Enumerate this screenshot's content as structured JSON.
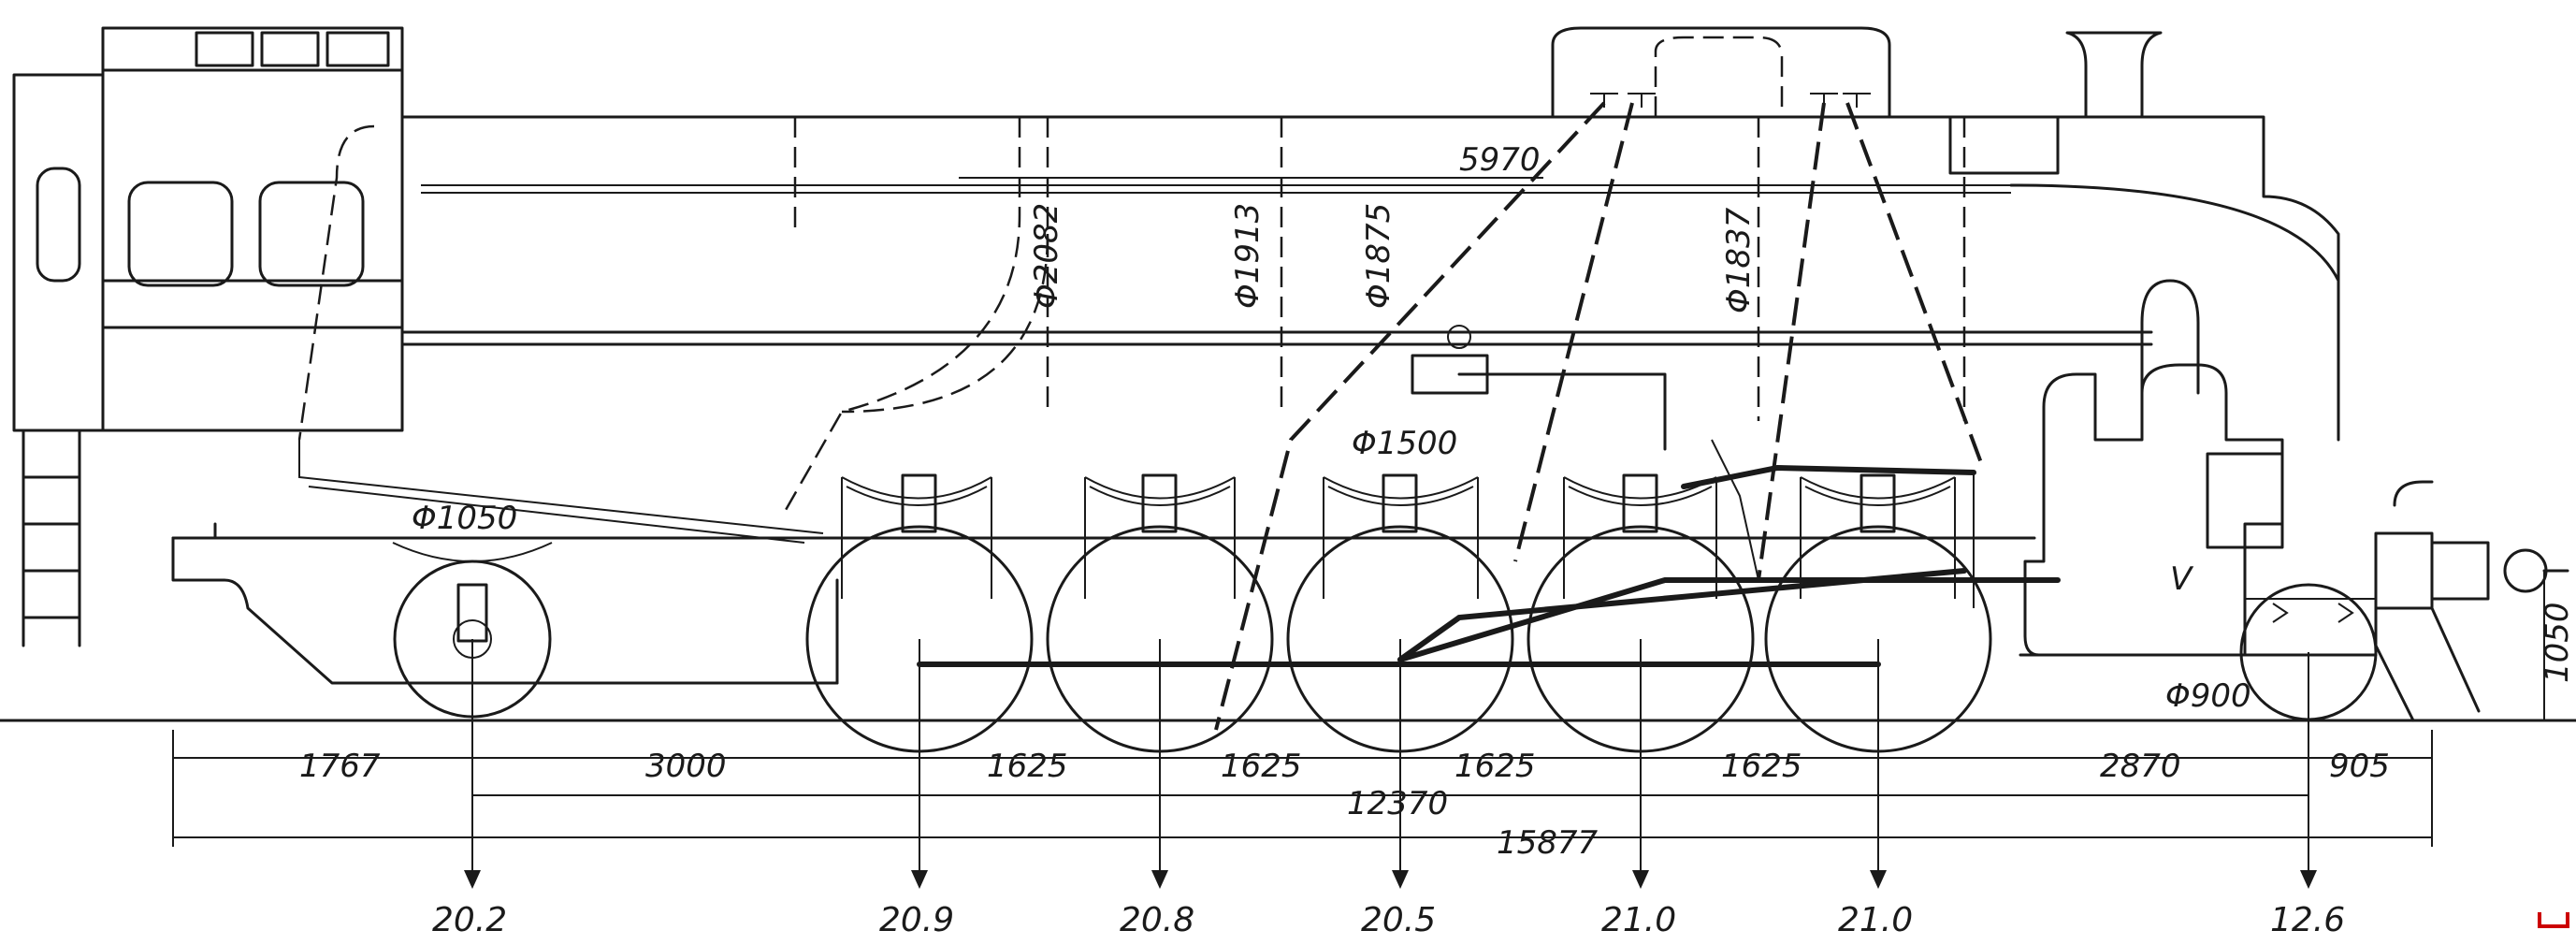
{
  "overall_length": "15877",
  "wheelbase_total": "12370",
  "boiler_length": "5970",
  "height": "1050",
  "diameters": {
    "rear_truck": "Φ1050",
    "driving": "Φ1500",
    "front_truck": "Φ900",
    "boiler_1": "Φ2082",
    "boiler_2": "Φ1913",
    "boiler_3": "Φ1875",
    "boiler_4": "Φ1837"
  },
  "spacings": [
    "1767",
    "3000",
    "1625",
    "1625",
    "1625",
    "1625",
    "2870",
    "905"
  ],
  "axle_loads": [
    "20.2",
    "20.9",
    "20.8",
    "20.5",
    "21.0",
    "21.0",
    "12.6"
  ],
  "marker": "V"
}
